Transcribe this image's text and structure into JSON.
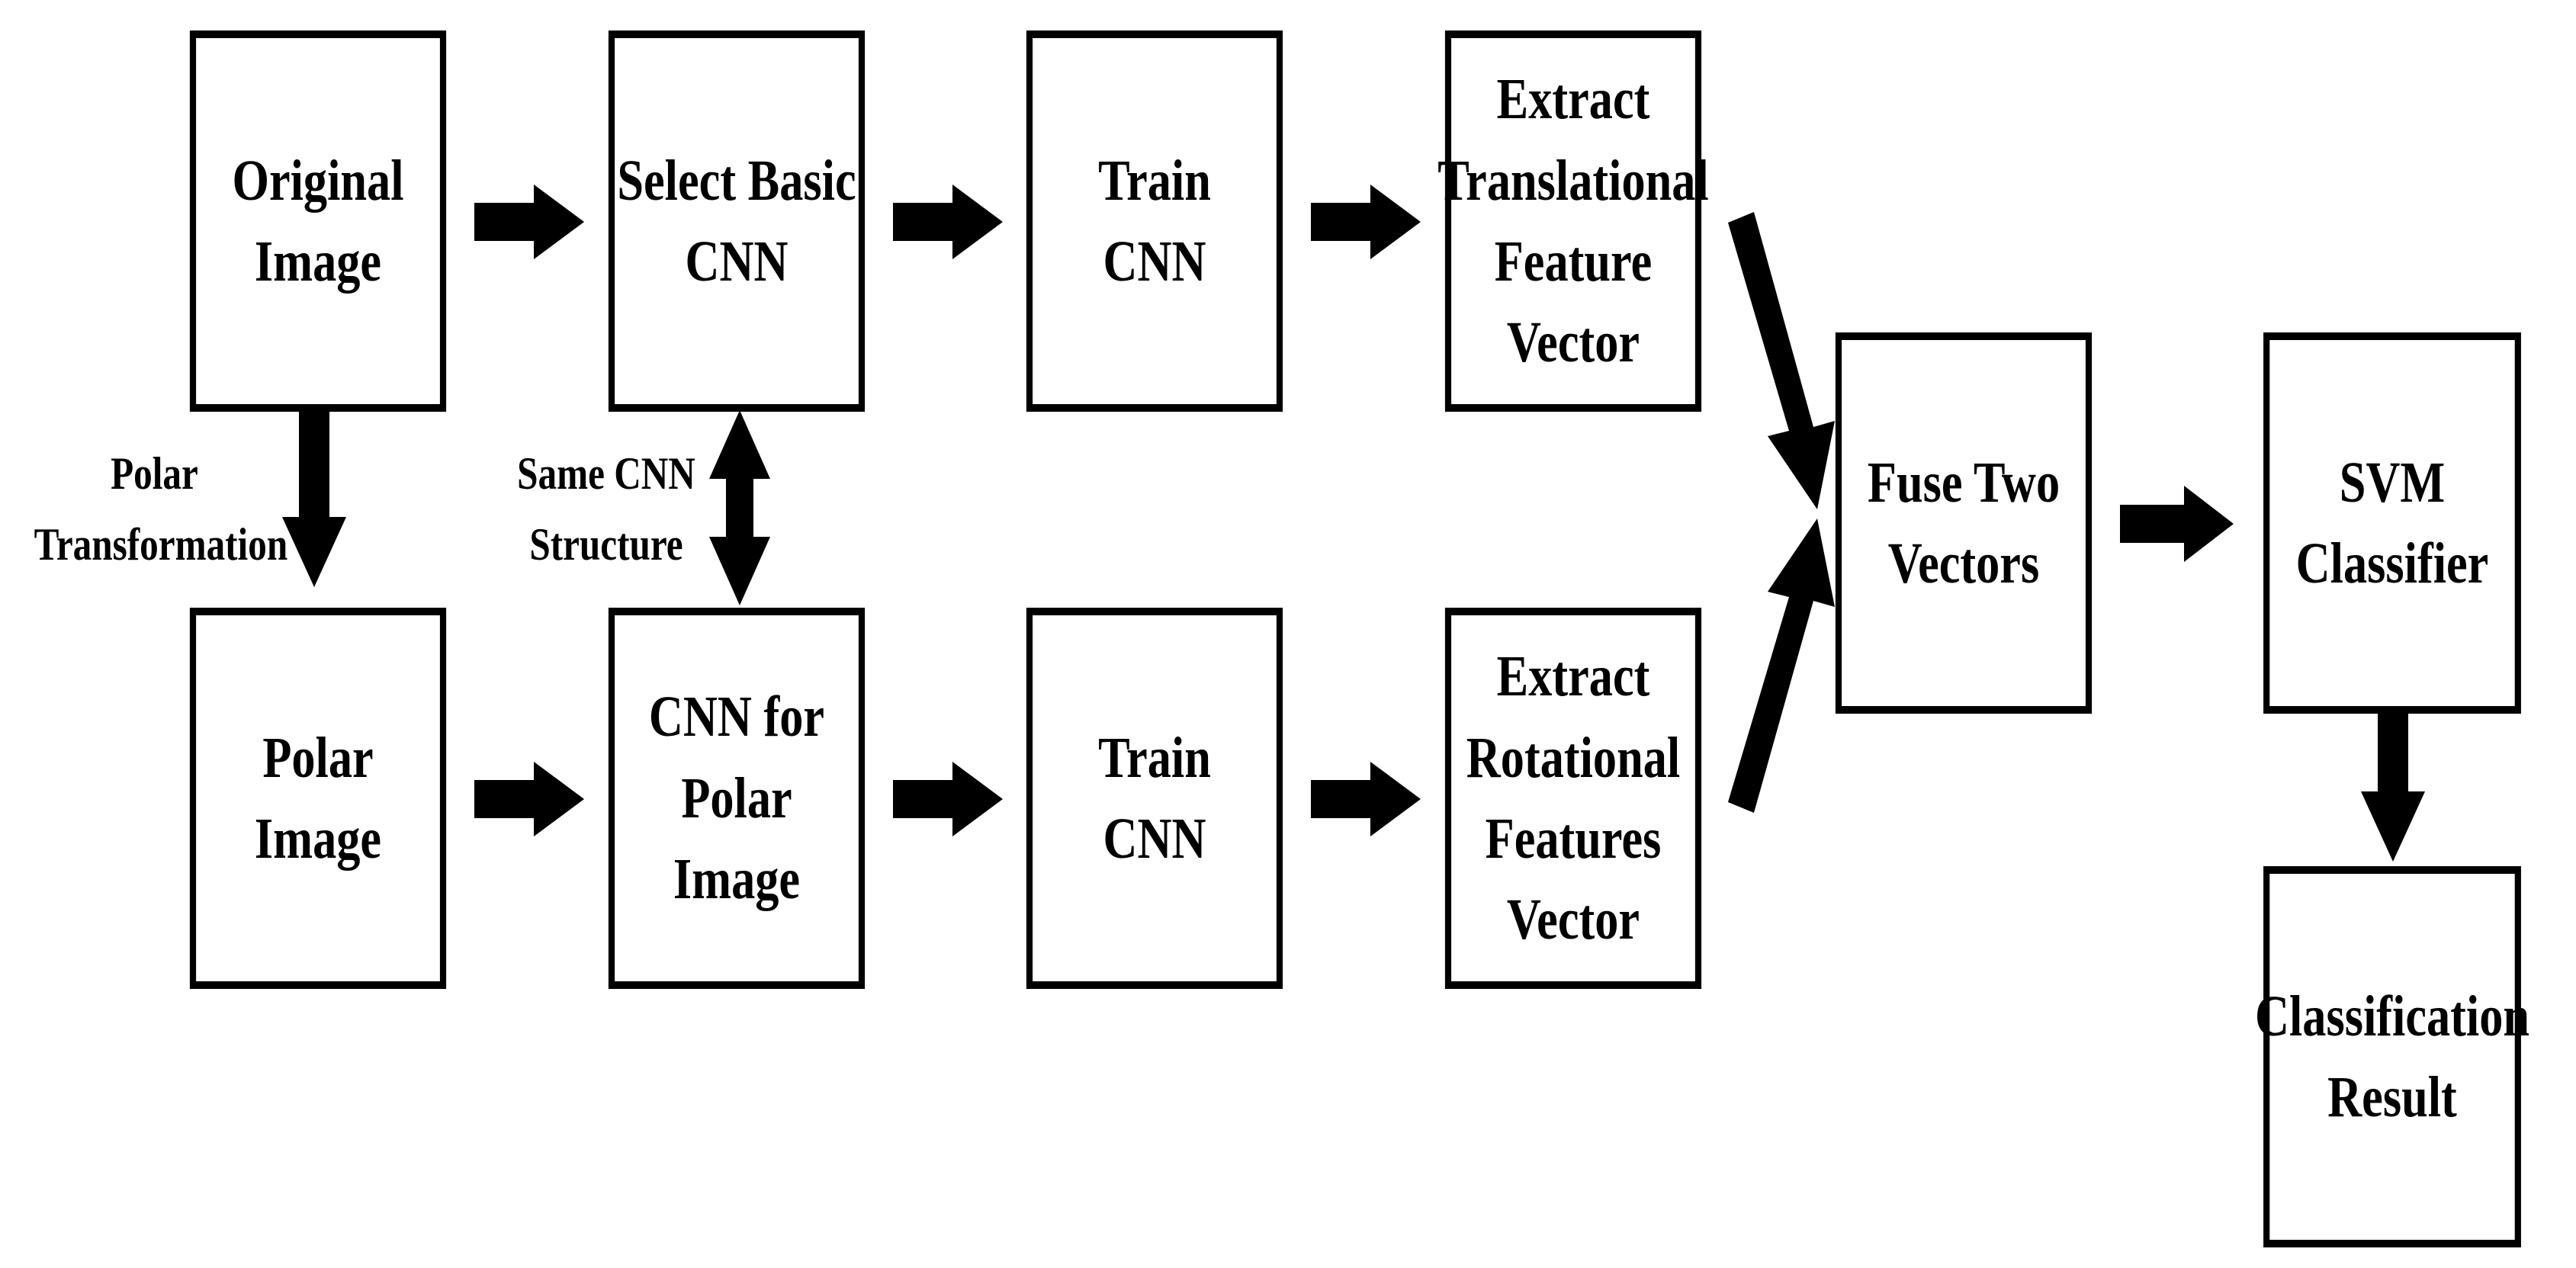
{
  "colors": {
    "stroke": "#000000",
    "background": "#ffffff"
  },
  "boxes": {
    "original_image": "Original\nImage",
    "select_basic_cnn": "Select Basic\nCNN",
    "train_cnn_top": "Train\nCNN",
    "extract_translational": "Extract\nTranslational\nFeature\nVector",
    "polar_image": "Polar\nImage",
    "cnn_for_polar": "CNN for\nPolar Image",
    "train_cnn_bottom": "Train\nCNN",
    "extract_rotational": "Extract\nRotational\nFeatures\nVector",
    "fuse_two_vectors": "Fuse Two\nVectors",
    "svm_classifier": "SVM\nClassifier",
    "classification_result": "Classification\nResult"
  },
  "labels": {
    "polar_transformation": "Polar\nTransformation",
    "same_cnn_structure": "Same CNN\nStructure"
  }
}
